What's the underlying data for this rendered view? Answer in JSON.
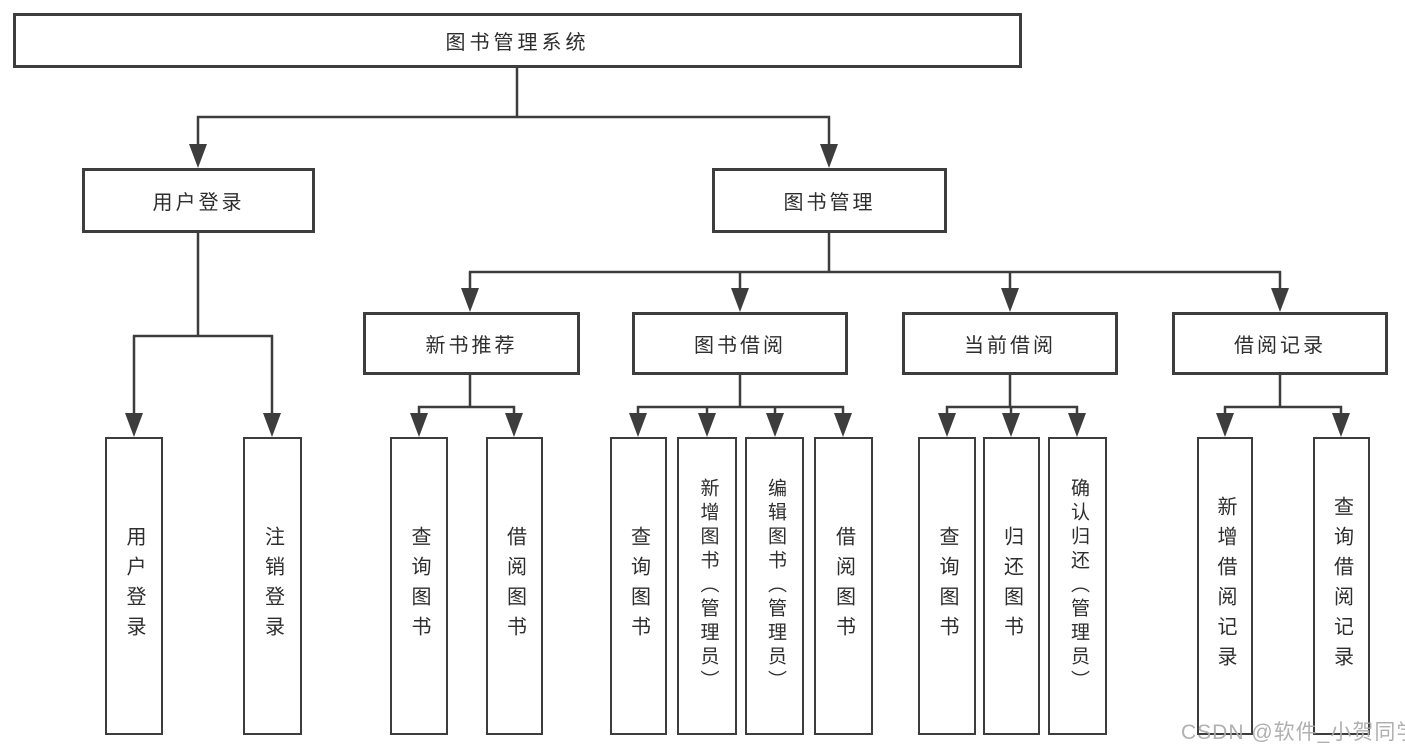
{
  "diagram": {
    "root": {
      "label": "图书管理系统"
    },
    "branches": [
      {
        "label": "用户登录",
        "leaves": [
          {
            "label": "用户登录"
          },
          {
            "label": "注销登录"
          }
        ]
      },
      {
        "label": "图书管理",
        "groups": [
          {
            "label": "新书推荐",
            "leaves": [
              {
                "label": "查询图书"
              },
              {
                "label": "借阅图书"
              }
            ]
          },
          {
            "label": "图书借阅",
            "leaves": [
              {
                "label": "查询图书"
              },
              {
                "label": "新增图书（管理员）"
              },
              {
                "label": "编辑图书（管理员）"
              },
              {
                "label": "借阅图书"
              }
            ]
          },
          {
            "label": "当前借阅",
            "leaves": [
              {
                "label": "查询图书"
              },
              {
                "label": "归还图书"
              },
              {
                "label": "确认归还（管理员）"
              }
            ]
          },
          {
            "label": "借阅记录",
            "leaves": [
              {
                "label": "新增借阅记录"
              },
              {
                "label": "查询借阅记录"
              }
            ]
          }
        ]
      }
    ]
  },
  "watermark": {
    "text": "CSDN @软件_小贺同学"
  },
  "colors": {
    "background": "#ffffff",
    "line": "#3d3d3d",
    "box_border": "#3d3d3d",
    "text": "#2e2e2e",
    "watermark": "#acacac"
  }
}
